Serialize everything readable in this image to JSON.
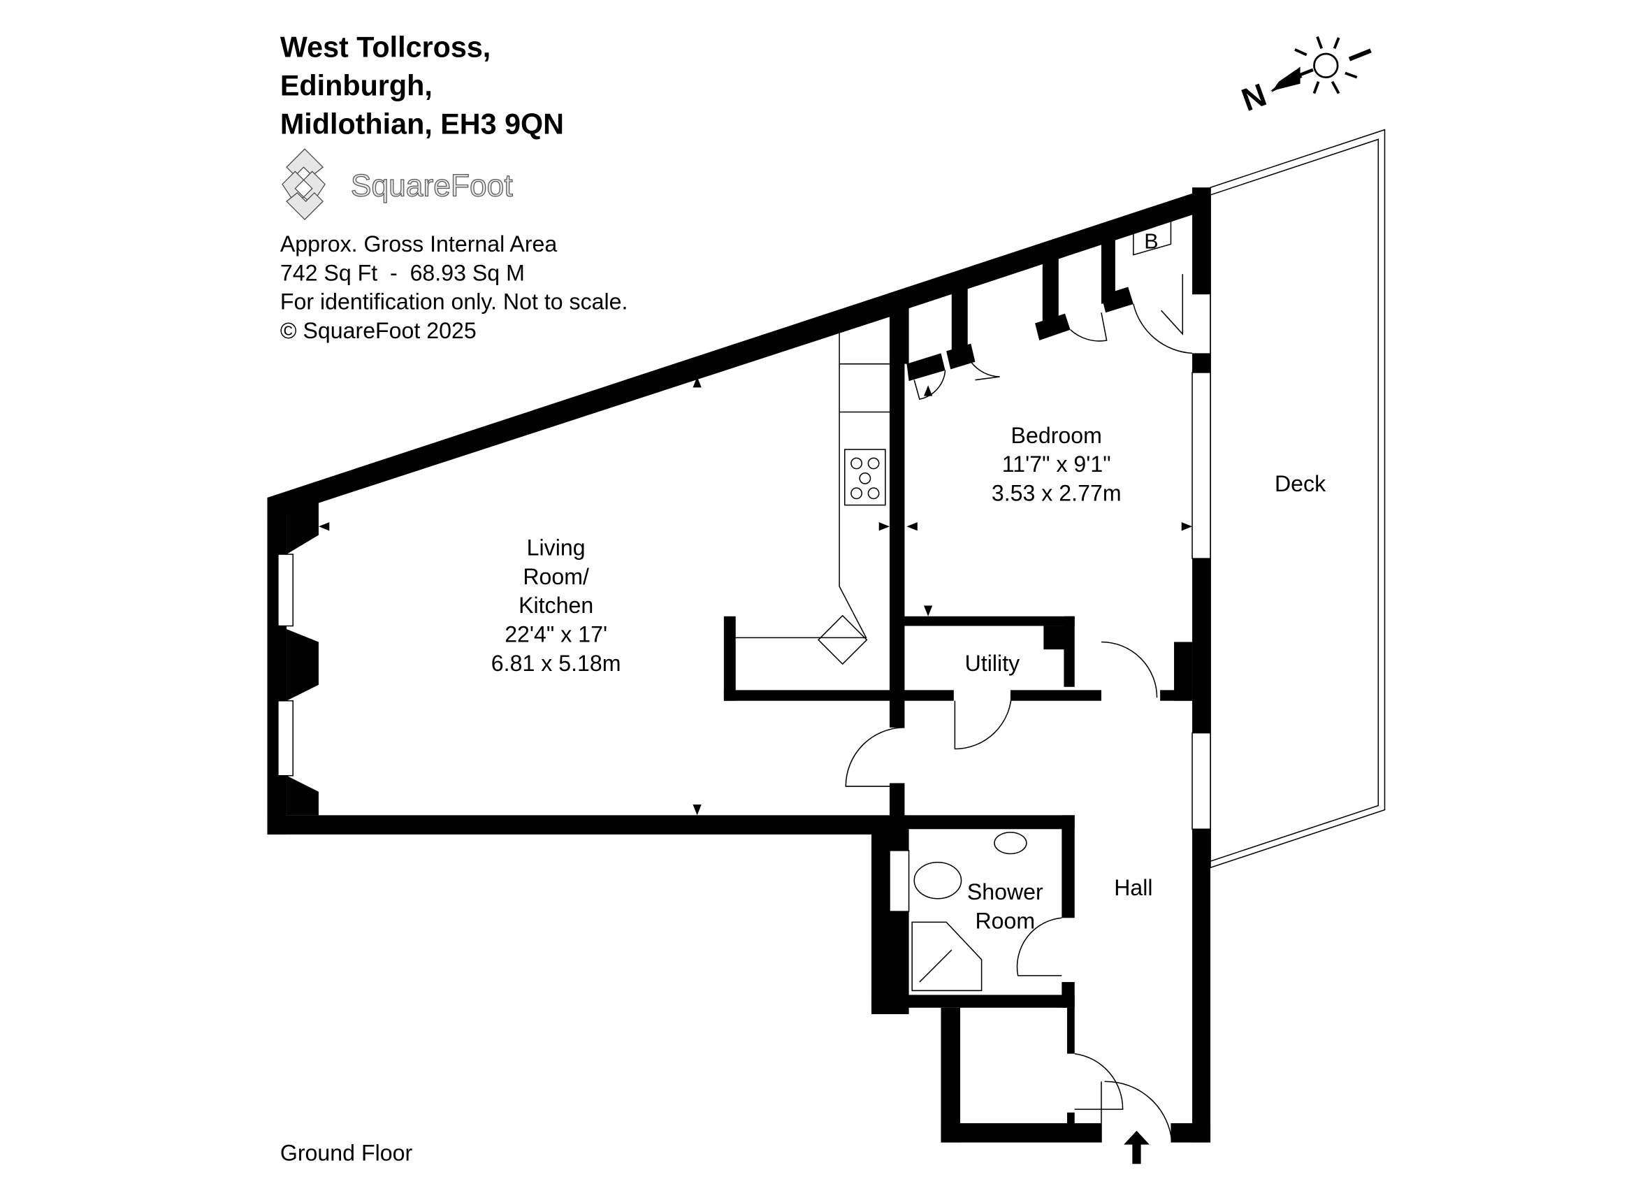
{
  "header": {
    "address_lines": [
      "West Tollcross,",
      "Edinburgh,",
      "Midlothian, EH3 9QN"
    ]
  },
  "logo": {
    "text": "SquareFoot"
  },
  "info": {
    "area_label": "Approx. Gross Internal Area",
    "area_value": "742 Sq Ft  -  68.93 Sq M",
    "disclaimer": "For identification only. Not to scale.",
    "copyright": "© SquareFoot 2025"
  },
  "compass": {
    "north_label": "N",
    "icon": "sun-icon"
  },
  "rooms": {
    "living": {
      "name_lines": [
        "Living",
        "Room/",
        "Kitchen"
      ],
      "imperial": "22'4\" x 17'",
      "metric": "6.81 x 5.18m"
    },
    "bedroom": {
      "name": "Bedroom",
      "imperial": "11'7\" x 9'1\"",
      "metric": "3.53 x 2.77m"
    },
    "deck": {
      "name": "Deck"
    },
    "utility": {
      "name": "Utility"
    },
    "shower": {
      "name_lines": [
        "Shower",
        "Room"
      ]
    },
    "hall": {
      "name": "Hall"
    },
    "boiler": {
      "label": "B"
    }
  },
  "footer": {
    "floor_label": "Ground Floor"
  }
}
